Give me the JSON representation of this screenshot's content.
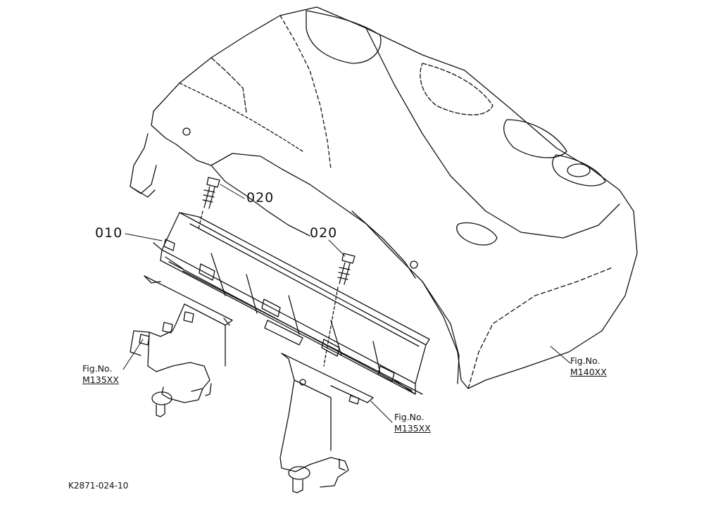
{
  "callouts": {
    "part_010": "010",
    "part_020_top": "020",
    "part_020_mid": "020"
  },
  "references": {
    "left": {
      "line1": "Fig.No.",
      "line2": "M135XX"
    },
    "center": {
      "line1": "Fig.No.",
      "line2": "M135XX"
    },
    "right": {
      "line1": "Fig.No.",
      "line2": "M140XX"
    }
  },
  "drawing_code": "K2871-024-10",
  "colors": {
    "line": "#111111",
    "background": "#ffffff"
  }
}
